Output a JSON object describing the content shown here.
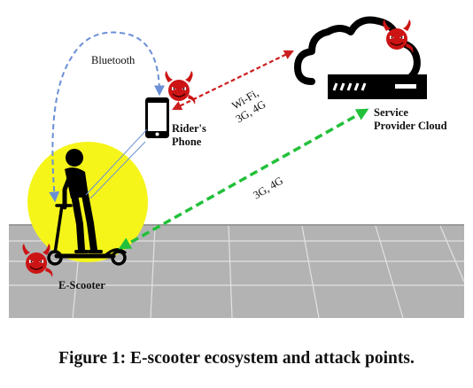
{
  "labels": {
    "bluetooth": "Bluetooth",
    "phone_line1": "Rider's",
    "phone_line2": "Phone",
    "wifi_line1": "Wi-Fi,",
    "wifi_line2": "3G, 4G",
    "cloud_line1": "Service",
    "cloud_line2": "Provider Cloud",
    "cellular": "3G, 4G",
    "escooter": "E-Scooter"
  },
  "caption": "Figure 1: E-scooter ecosystem and attack points.",
  "colors": {
    "background": "#ffffff",
    "bluetooth_link": "#6a8fd6",
    "wifi_link": "#cc1f1f",
    "cellular_link": "#22c03a",
    "highlight": "#f5f51a",
    "sidewalk": "#b3b3b3",
    "devil": "#cc1414",
    "silhouette": "#000000"
  },
  "icons": [
    "cloud-server-icon",
    "smartphone-icon",
    "rider-scooter-icon",
    "devil-attacker-icon"
  ]
}
